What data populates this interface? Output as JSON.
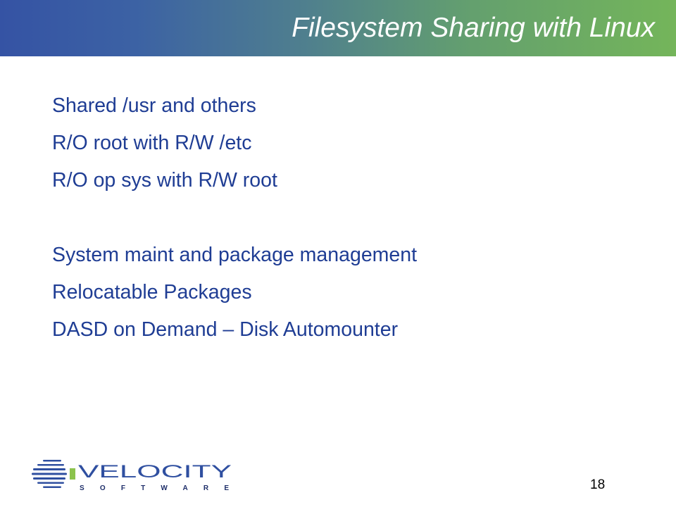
{
  "slide": {
    "title": "Filesystem Sharing with Linux",
    "lines_group_1": [
      "Shared /usr and others",
      "R/O root with R/W /etc",
      "R/O op sys with R/W root"
    ],
    "lines_group_2": [
      "System maint and package management",
      "Relocatable Packages",
      "DASD on Demand – Disk Automounter"
    ],
    "page_number": "18"
  },
  "logo": {
    "word_top": "VELOCITY",
    "word_bottom": "SOFTWARE"
  },
  "colors": {
    "body_text": "#1f3d94",
    "banner_left": "#3553a4",
    "banner_right": "#74b55a",
    "logo_blue": "#2f4fa0",
    "logo_green": "#8cc34d"
  }
}
